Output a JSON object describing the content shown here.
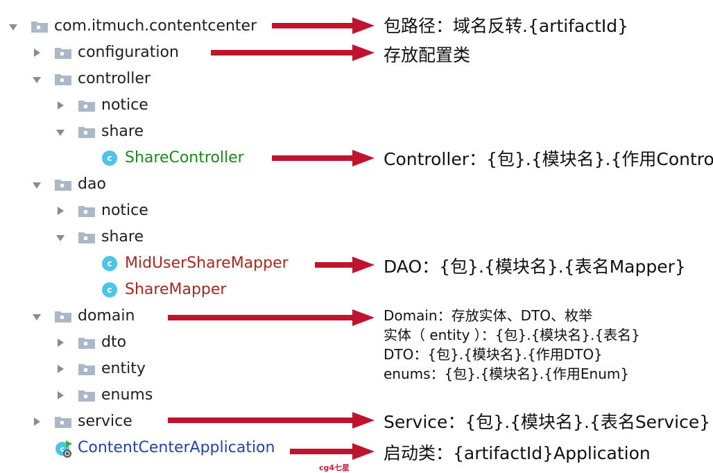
{
  "tree": [
    {
      "label": "com.itmuch.contentcenter",
      "kind": "package",
      "expanded": true
    },
    {
      "label": "configuration",
      "kind": "package",
      "expanded": false
    },
    {
      "label": "controller",
      "kind": "package",
      "expanded": true
    },
    {
      "label": "notice",
      "kind": "package",
      "expanded": false
    },
    {
      "label": "share",
      "kind": "package",
      "expanded": true
    },
    {
      "label": "ShareController",
      "kind": "class",
      "color": "#1a8a1a"
    },
    {
      "label": "dao",
      "kind": "package",
      "expanded": true
    },
    {
      "label": "notice",
      "kind": "package",
      "expanded": false
    },
    {
      "label": "share",
      "kind": "package",
      "expanded": true
    },
    {
      "label": "MidUserShareMapper",
      "kind": "class",
      "color": "#a8281e"
    },
    {
      "label": "ShareMapper",
      "kind": "class",
      "color": "#a8281e"
    },
    {
      "label": "domain",
      "kind": "package",
      "expanded": true
    },
    {
      "label": "dto",
      "kind": "package",
      "expanded": false
    },
    {
      "label": "entity",
      "kind": "package",
      "expanded": false
    },
    {
      "label": "enums",
      "kind": "package",
      "expanded": false
    },
    {
      "label": "service",
      "kind": "package",
      "expanded": false
    },
    {
      "label": "ContentCenterApplication",
      "kind": "spring-class",
      "color": "#2244aa"
    }
  ],
  "class_icon_letter": "c",
  "annotations": {
    "package_path": "包路径：域名反转.{artifactId}",
    "configuration": "存放配置类",
    "controller": "Controller：{包}.{模块名}.{作用Control",
    "dao": "DAO：{包}.{模块名}.{表名Mapper}",
    "domain": [
      "Domain：存放实体、DTO、枚举",
      "实体（ entity ）：{包}.{模块名}.{表名}",
      "DTO：{包}.{模块名}.{作用DTO}",
      "enums：{包}.{模块名}.{作用Enum}"
    ],
    "service": "Service：{包}.{模块名}.{表名Service}",
    "application": "启动类：{artifactId}Application"
  },
  "watermark": "cg4七星",
  "colors": {
    "arrow": "#c0142e",
    "folder": "#aab8c8",
    "class_icon": "#4fc4e6",
    "toggle": "#8c8c8c"
  }
}
